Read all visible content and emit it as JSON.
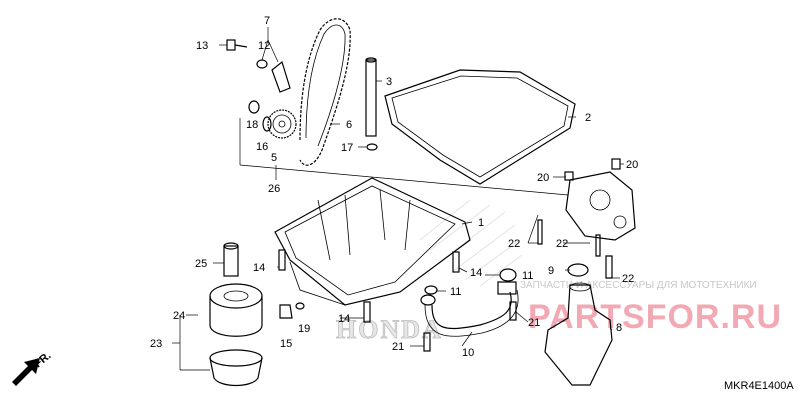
{
  "diagram": {
    "code": "MKR4E1400A",
    "direction_label": "FR.",
    "watermark_text": "ЗАПЧАСТИ И АКСЕССУАРЫ ДЛЯ МОТОТЕХНИКИ",
    "watermark_logo": "PARTSFOR.RU",
    "brand_mark": "HONDA",
    "callouts": [
      {
        "id": "c1",
        "label": "1"
      },
      {
        "id": "c2",
        "label": "2"
      },
      {
        "id": "c3",
        "label": "3"
      },
      {
        "id": "c5",
        "label": "5"
      },
      {
        "id": "c6",
        "label": "6"
      },
      {
        "id": "c7",
        "label": "7"
      },
      {
        "id": "c8",
        "label": "8"
      },
      {
        "id": "c9",
        "label": "9"
      },
      {
        "id": "c10",
        "label": "10"
      },
      {
        "id": "c11a",
        "label": "11"
      },
      {
        "id": "c11b",
        "label": "11"
      },
      {
        "id": "c12",
        "label": "12"
      },
      {
        "id": "c13",
        "label": "13"
      },
      {
        "id": "c14a",
        "label": "14"
      },
      {
        "id": "c14b",
        "label": "14"
      },
      {
        "id": "c14c",
        "label": "14"
      },
      {
        "id": "c15",
        "label": "15"
      },
      {
        "id": "c16",
        "label": "16"
      },
      {
        "id": "c17",
        "label": "17"
      },
      {
        "id": "c18",
        "label": "18"
      },
      {
        "id": "c19",
        "label": "19"
      },
      {
        "id": "c20a",
        "label": "20"
      },
      {
        "id": "c20b",
        "label": "20"
      },
      {
        "id": "c21a",
        "label": "21"
      },
      {
        "id": "c21b",
        "label": "21"
      },
      {
        "id": "c22a",
        "label": "22"
      },
      {
        "id": "c22b",
        "label": "22"
      },
      {
        "id": "c22c",
        "label": "22"
      },
      {
        "id": "c23",
        "label": "23"
      },
      {
        "id": "c24",
        "label": "24"
      },
      {
        "id": "c25",
        "label": "25"
      },
      {
        "id": "c26",
        "label": "26"
      }
    ]
  }
}
